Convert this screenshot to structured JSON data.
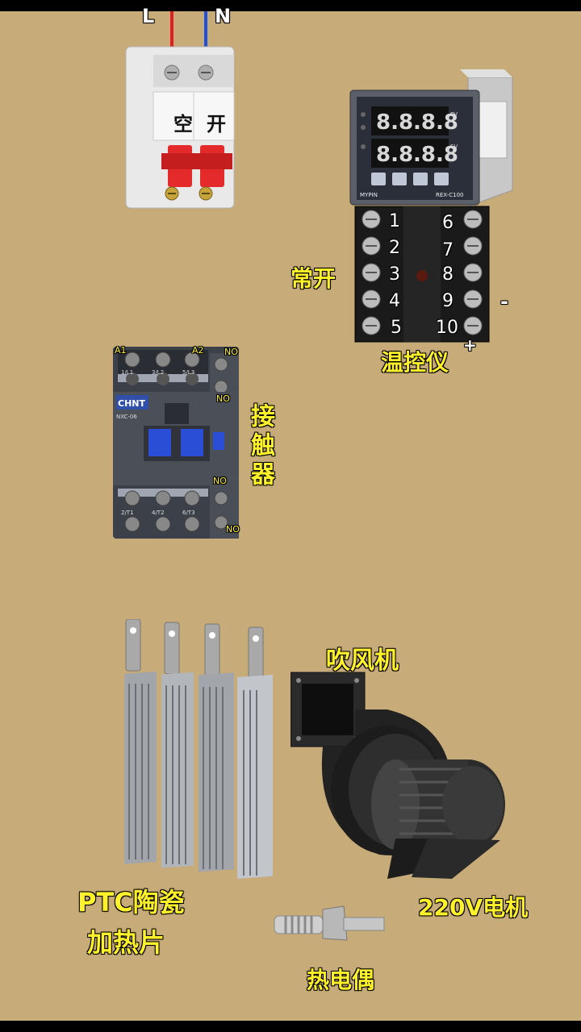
{
  "breaker": {
    "line_label": "L",
    "neutral_label": "N",
    "char1": "空",
    "char2": "开"
  },
  "controller": {
    "display_row": "8.8.8.8",
    "pv": "PV",
    "sv": "SV",
    "brand": "MYPIN",
    "model": "REX-C100",
    "terminals_left": [
      "1",
      "2",
      "3",
      "4",
      "5"
    ],
    "terminals_right": [
      "6",
      "7",
      "8",
      "9",
      "10"
    ],
    "label": "温控仪",
    "normally_open": "常开",
    "minus": "-",
    "plus": "+"
  },
  "contactor": {
    "brand": "CHNT",
    "model": "NXC-06",
    "a1": "A1",
    "a2": "A2",
    "no": "NO",
    "top_terms": [
      "1/L1",
      "3/L2",
      "5/L3"
    ],
    "bottom_terms": [
      "2/T1",
      "4/T2",
      "6/T3"
    ],
    "label": "接触器"
  },
  "heater": {
    "label_line1": "PTC陶瓷",
    "label_line2": "加热片"
  },
  "blower": {
    "label": "吹风机",
    "motor_label": "220V电机"
  },
  "thermocouple": {
    "label": "热电偶"
  },
  "colors": {
    "background": "#c7ab78",
    "label": "#fff22a",
    "live_wire": "#e02020",
    "neutral_wire": "#2050e0"
  }
}
